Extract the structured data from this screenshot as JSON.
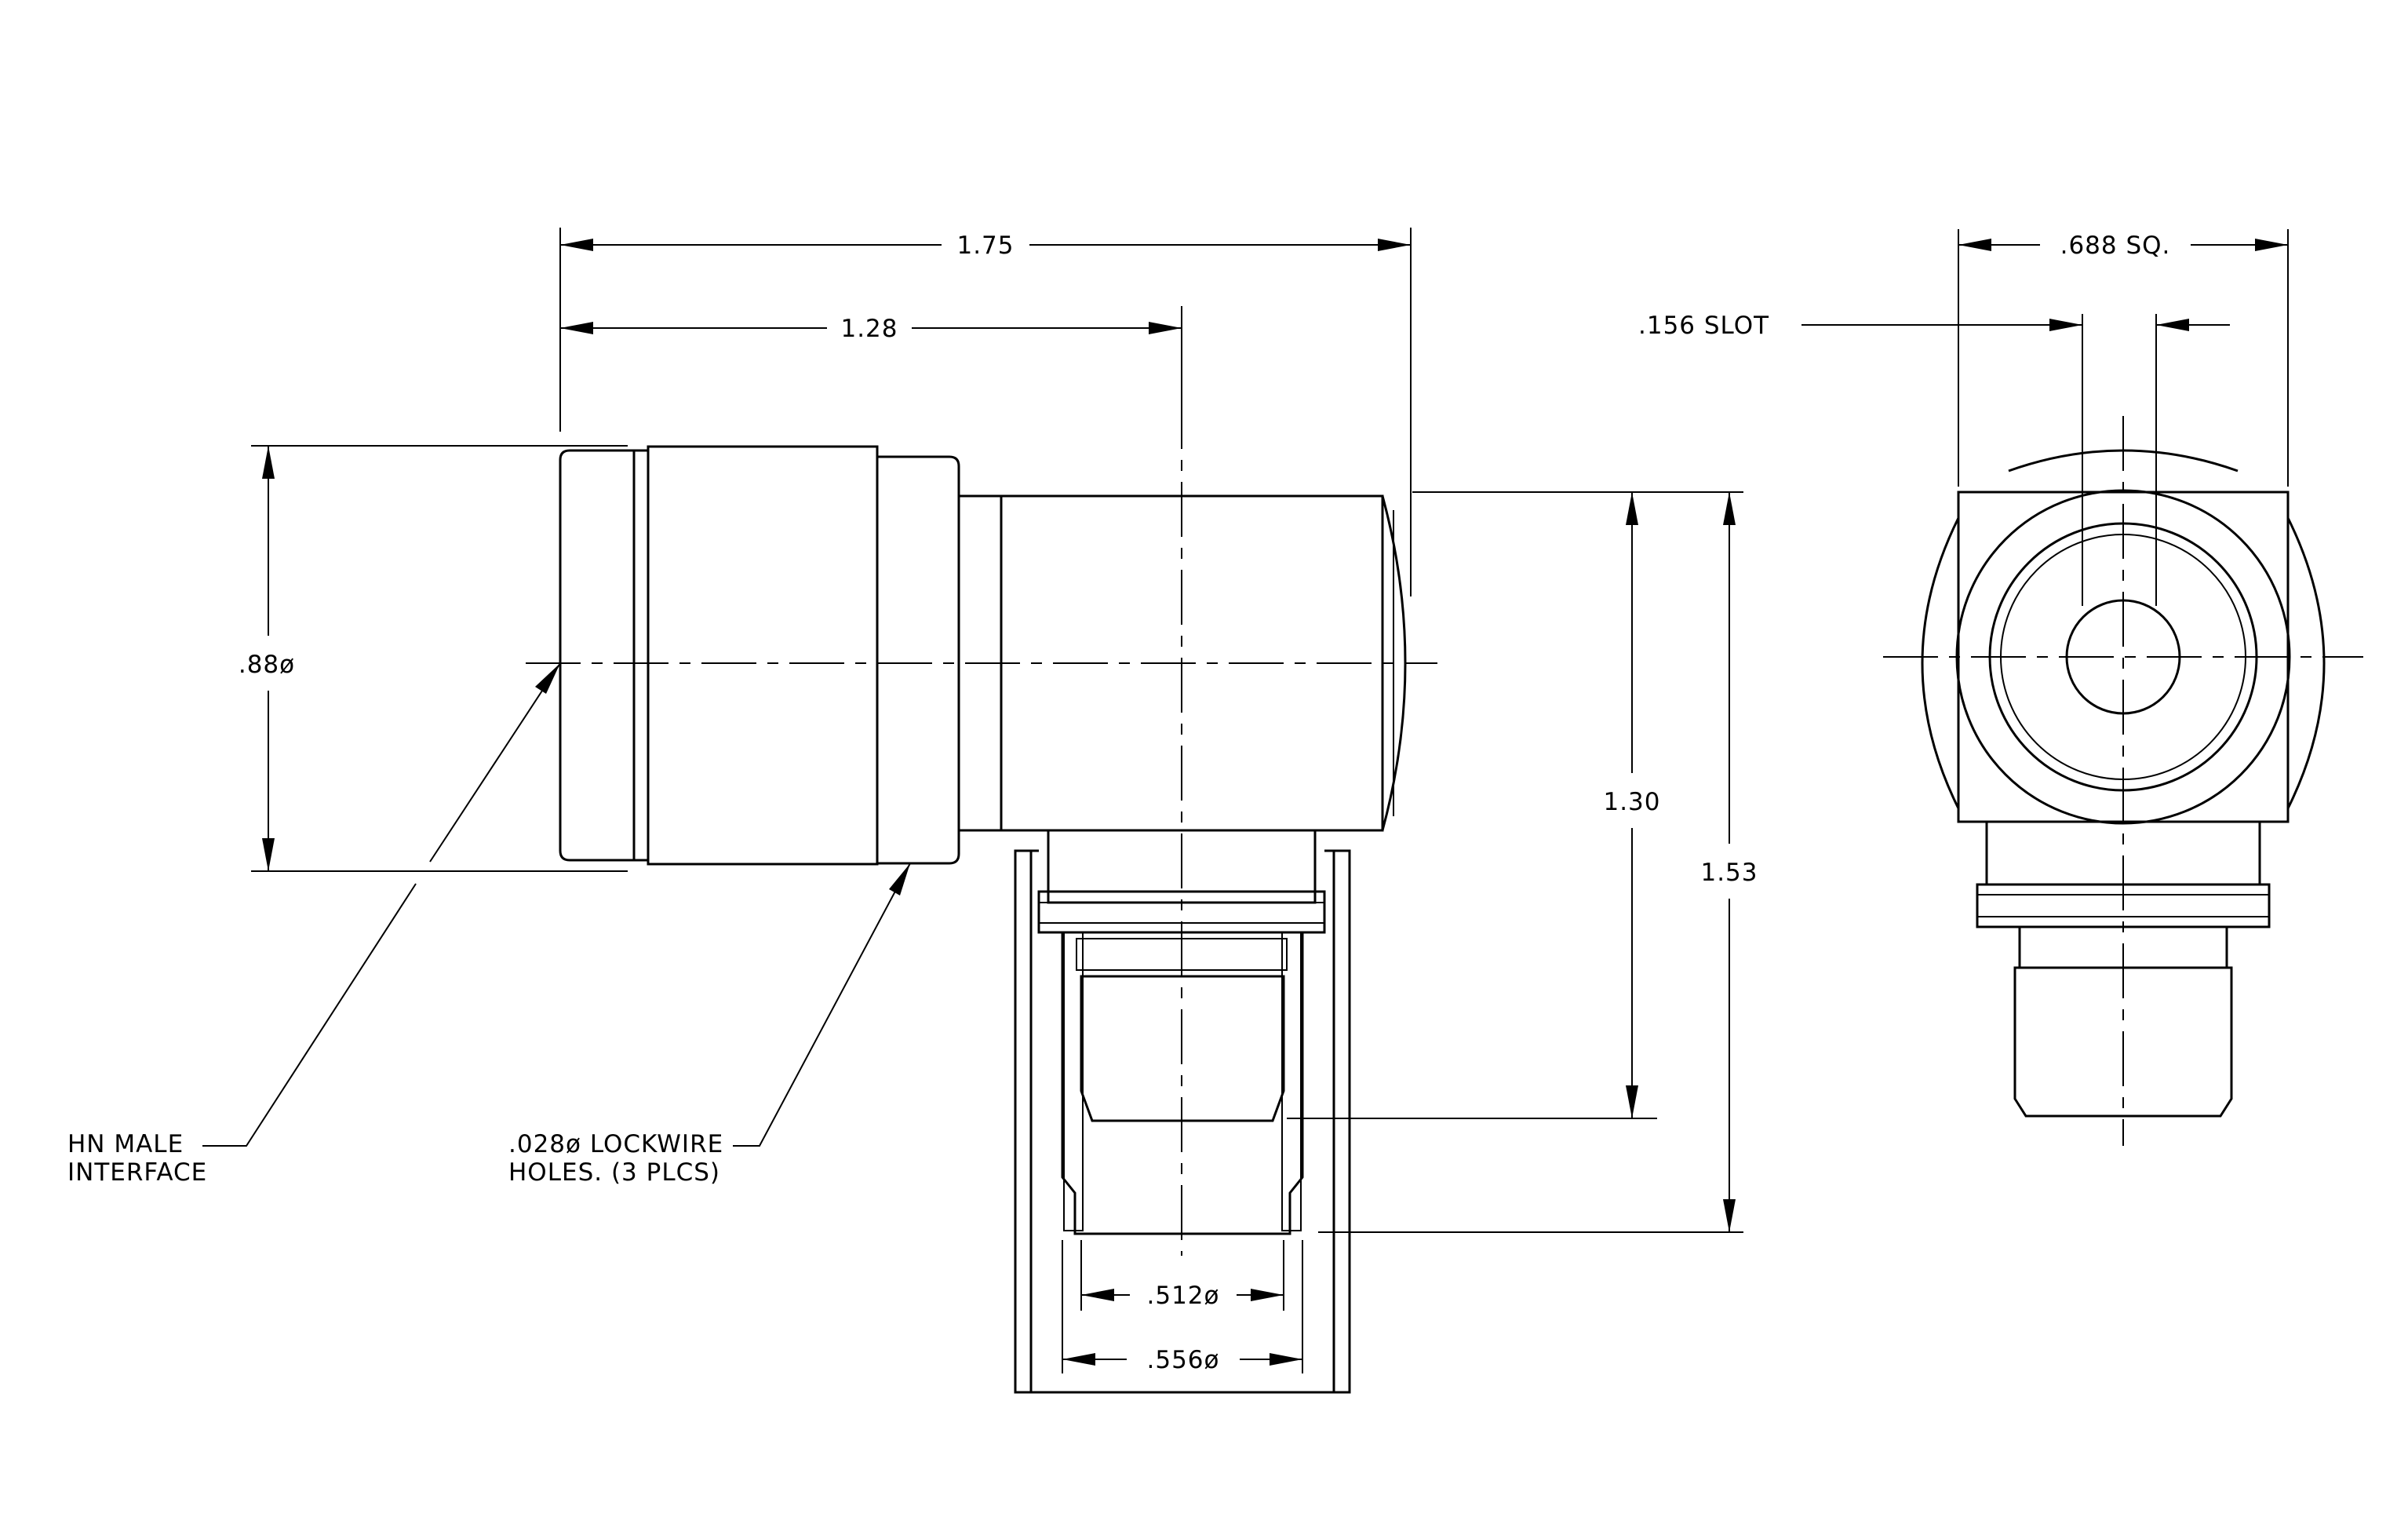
{
  "drawing": {
    "title": "",
    "side_view": {
      "dim_overall_length": "1.75",
      "dim_to_centerline": "1.28",
      "dim_body_diameter": ".88ø",
      "dim_centerline_to_lockwire": "1.30",
      "dim_overall_height": "1.53",
      "dim_inner_diameter": ".512ø",
      "dim_outer_diameter": ".556ø",
      "callout_interface": [
        "HN  MALE",
        "INTERFACE"
      ],
      "callout_lockwire": [
        ".028ø  LOCKWIRE",
        "HOLES. (3 PLCS)"
      ]
    },
    "end_view": {
      "dim_square": ".688  SQ.",
      "dim_slot": ".156  SLOT"
    }
  }
}
